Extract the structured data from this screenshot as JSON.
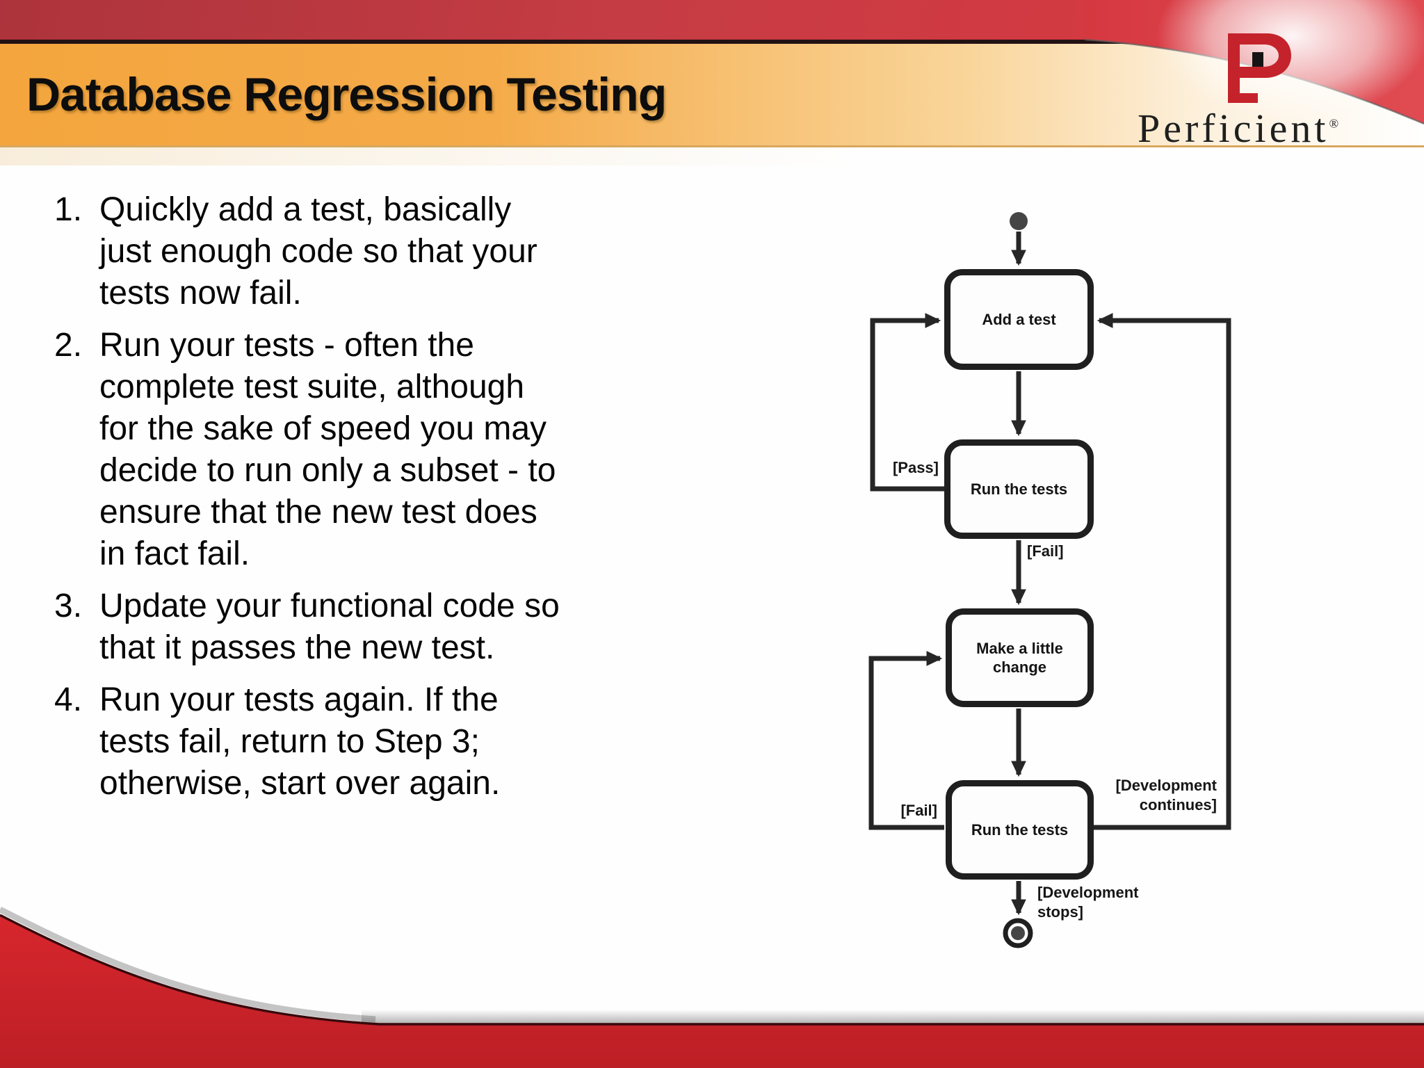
{
  "header": {
    "title": "Database Regression Testing",
    "logo": {
      "monogram": "P",
      "brand": "Perficient",
      "registered": "®"
    }
  },
  "steps": [
    {
      "number": "1.",
      "text": "Quickly add a test, basically\njust enough code so that your\ntests now fail."
    },
    {
      "number": "2.",
      "text": "Run your tests - often the\ncomplete test suite, although\nfor the sake of speed you may\ndecide to run only a subset - to\nensure that the new test does\nin fact fail."
    },
    {
      "number": "3.",
      "text": "Update your functional code so\nthat it passes the new test."
    },
    {
      "number": "4.",
      "text": "Run your tests again. If the\ntests fail, return to Step 3;\notherwise, start over again."
    }
  ],
  "diagram": {
    "nodes": [
      {
        "id": "add-test",
        "label": "Add a test"
      },
      {
        "id": "run-tests-1",
        "label": "Run the tests"
      },
      {
        "id": "make-change",
        "label": "Make a little\nchange"
      },
      {
        "id": "run-tests-2",
        "label": "Run the tests"
      }
    ],
    "labels": {
      "pass": "[Pass]",
      "fail_top": "[Fail]",
      "fail_bottom": "[Fail]",
      "dev_continues": "[Development\ncontinues]",
      "dev_stops": "[Development\nstops]"
    },
    "edges": [
      {
        "from": "start",
        "to": "add-test",
        "label": ""
      },
      {
        "from": "add-test",
        "to": "run-tests-1",
        "label": ""
      },
      {
        "from": "run-tests-1",
        "to": "add-test",
        "label": "[Pass]"
      },
      {
        "from": "run-tests-1",
        "to": "make-change",
        "label": "[Fail]"
      },
      {
        "from": "make-change",
        "to": "run-tests-2",
        "label": ""
      },
      {
        "from": "run-tests-2",
        "to": "make-change",
        "label": "[Fail]"
      },
      {
        "from": "run-tests-2",
        "to": "add-test",
        "label": "[Development continues]"
      },
      {
        "from": "run-tests-2",
        "to": "end",
        "label": "[Development stops]"
      }
    ]
  },
  "colors": {
    "brand_red": "#d0242c",
    "amber": "#f5a53d",
    "ink": "#262626"
  }
}
